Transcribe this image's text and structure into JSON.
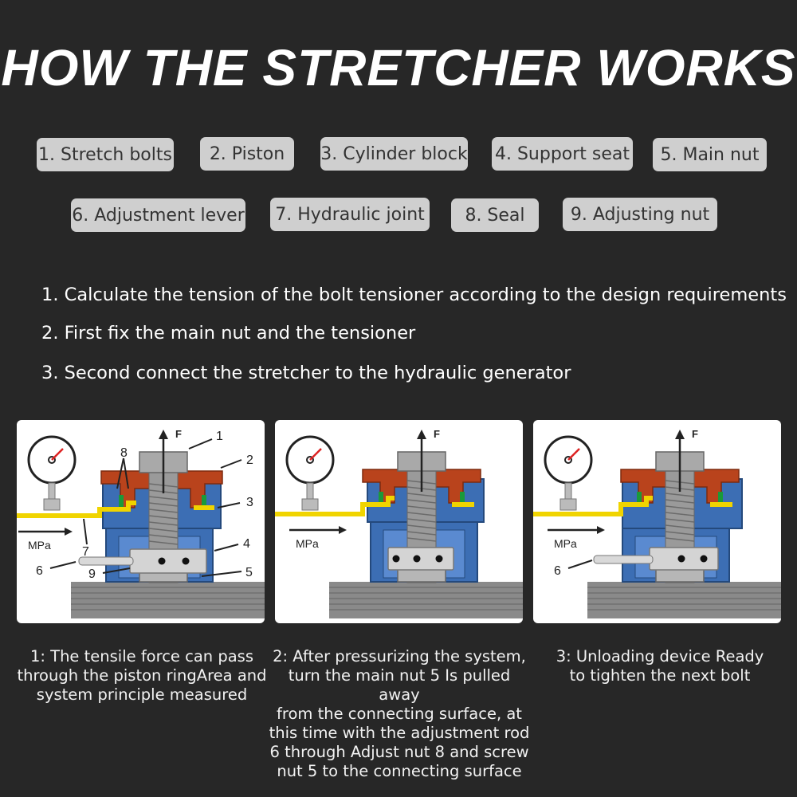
{
  "title": "HOW THE STRETCHER WORKS",
  "parts": [
    "1. Stretch bolts",
    "2. Piston",
    "3. Cylinder block",
    "4. Support seat",
    "5. Main nut",
    "6. Adjustment lever",
    "7. Hydraulic joint",
    "8. Seal",
    "9. Adjusting nut"
  ],
  "steps": [
    "1. Calculate the tension of the bolt tensioner according to the design requirements",
    "2. First fix the main nut and the tensioner",
    "3. Second connect the stretcher to the hydraulic generator"
  ],
  "panels": [
    {
      "force_label": "F",
      "pressure_label": "MPa",
      "callouts": [
        "1",
        "2",
        "3",
        "4",
        "5",
        "6",
        "7",
        "8",
        "9"
      ],
      "caption": [
        "1: The tensile force can pass",
        "through the piston ringArea and",
        "system principle measured"
      ]
    },
    {
      "force_label": "F",
      "pressure_label": "MPa",
      "callouts": [],
      "caption": [
        "2: After pressurizing the system,",
        "turn the main nut 5 Is pulled away",
        "from the connecting surface, at",
        "this time with the adjustment rod",
        "6 through Adjust nut 8 and screw",
        "nut 5 to the connecting surface"
      ]
    },
    {
      "force_label": "F",
      "pressure_label": "MPa",
      "callouts": [
        "6"
      ],
      "caption": [
        "3: Unloading device Ready",
        "to tighten the next bolt"
      ]
    }
  ],
  "colors": {
    "background": "#272727",
    "tag_bg": "#cfcfcf",
    "cylinder_blue": "#3c6eb4",
    "piston_orange": "#b9431c",
    "hydraulic_yellow": "#f0d400",
    "bolt_gray": "#9a9a9a"
  }
}
